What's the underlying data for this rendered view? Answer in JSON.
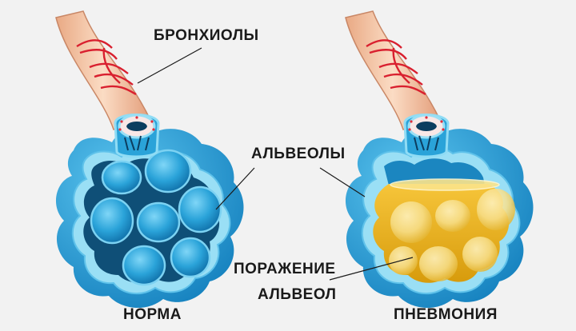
{
  "labels": {
    "bronchioles": "БРОНХИОЛЫ",
    "alveoli": "АЛЬВЕОЛЫ",
    "lesion_line1": "ПОРАЖЕНИЕ",
    "lesion_line2": "АЛЬВЕОЛ",
    "normal": "НОРМА",
    "pneumonia": "ПНЕВМОНИЯ"
  },
  "colors": {
    "background": "#f2f2f2",
    "tube": "#f6c7a6",
    "vessel": "#d9202f",
    "membrane_outer": "#2a9ed6",
    "membrane_inner": "#9adff5",
    "normal_fluid": "#0f4f77",
    "normal_sac": "#2aa3d9",
    "pneumonia_fluid": "#e8b51a",
    "pneumonia_sac": "#f8e08c",
    "leader_line": "#1a1a1a",
    "text": "#1a1a1a"
  }
}
